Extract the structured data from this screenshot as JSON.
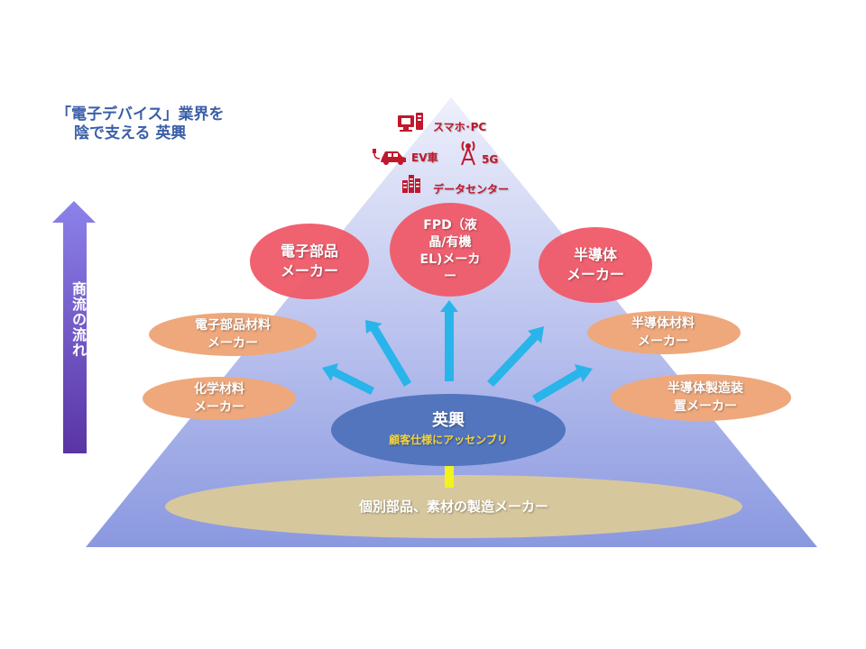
{
  "title": {
    "line1": "「電子デバイス」業界を",
    "line2": "陰で支える 英興"
  },
  "flow_label": "商流の流れ",
  "top_apps": {
    "smartphone_pc": "スマホ･PC",
    "ev": "EV車",
    "fiveg": "5G",
    "datacenter": "データセンター"
  },
  "makers": {
    "electronic_parts": [
      "電子部品",
      "メーカー"
    ],
    "fpd": [
      "FPD（液",
      "晶/有機",
      "EL)メーカ",
      "ー"
    ],
    "semiconductor": [
      "半導体",
      "メーカー"
    ],
    "parts_materials": [
      "電子部品材料",
      "メーカー"
    ],
    "semi_materials": [
      "半導体材料",
      "メーカー"
    ],
    "chemical": [
      "化学材料",
      "メーカー"
    ],
    "semi_equipment": [
      "半導体製造装",
      "置メーカー"
    ]
  },
  "eiko": {
    "name": "英興",
    "sub": "顧客仕様にアッセンブリ"
  },
  "base": "個別部品、素材の製造メーカー",
  "colors": {
    "pyramid_top": "#dfe3f7",
    "pyramid_bottom": "#8b99e0",
    "red_oval": "#ef5a68",
    "orange_oval": "#eea87c",
    "eiko_oval": "#5275be",
    "base_oval": "#d7c79d",
    "arrow_blue": "#29b4ea",
    "arrow_yellow": "#f4f21c",
    "flow_arrow_top": "#8a7ee6",
    "flow_arrow_bottom": "#5e37a8",
    "title_blue": "#3b5fa8",
    "icon_red": "#c0182c",
    "eiko_sub_yellow": "#f5d33c"
  }
}
